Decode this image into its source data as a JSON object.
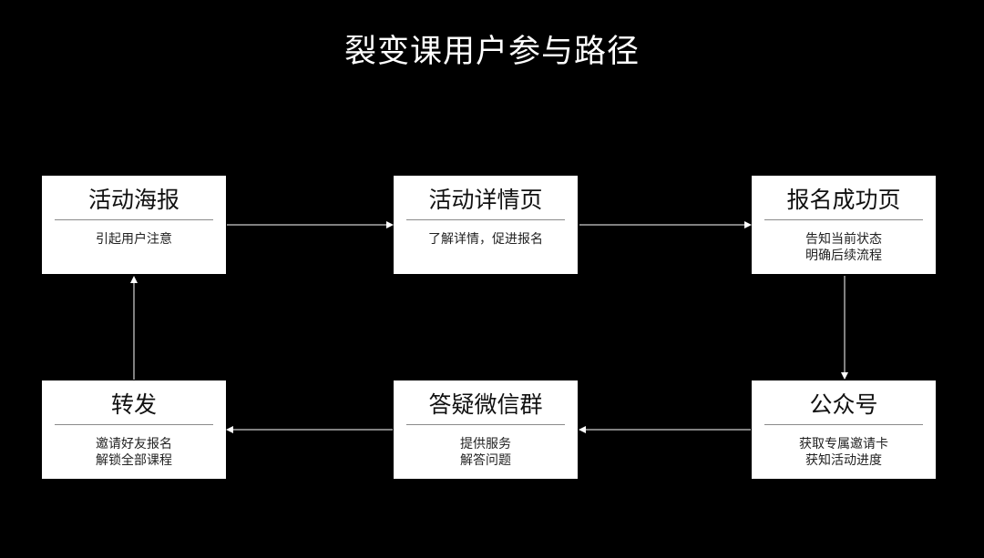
{
  "title": "裂变课用户参与路径",
  "nodes": [
    {
      "title": "活动海报",
      "desc": [
        "引起用户注意"
      ]
    },
    {
      "title": "活动详情页",
      "desc": [
        "了解详情，促进报名"
      ]
    },
    {
      "title": "报名成功页",
      "desc": [
        "告知当前状态",
        "明确后续流程"
      ]
    },
    {
      "title": "公众号",
      "desc": [
        "获取专属邀请卡",
        "获知活动进度"
      ]
    },
    {
      "title": "答疑微信群",
      "desc": [
        "提供服务",
        "解答问题"
      ]
    },
    {
      "title": "转发",
      "desc": [
        "邀请好友报名",
        "解锁全部课程"
      ]
    }
  ],
  "colors": {
    "background": "#000000",
    "box": "#ffffff",
    "arrow": "#ffffff"
  }
}
